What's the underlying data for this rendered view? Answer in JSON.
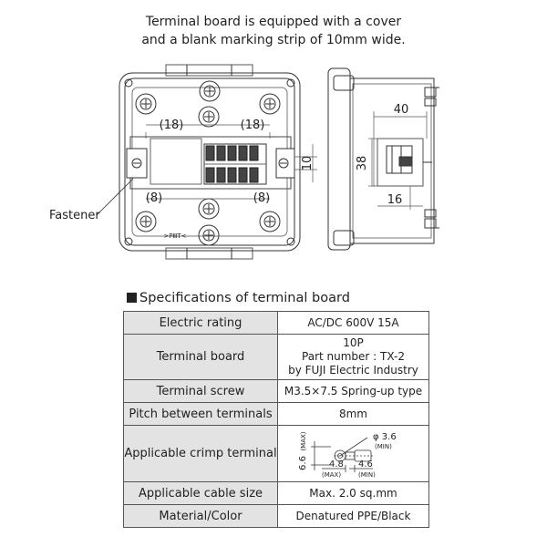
{
  "caption": {
    "line1": "Terminal board is equipped with a cover",
    "line2": "and a blank marking strip of 10mm wide."
  },
  "drawing": {
    "front": {
      "dim_top_left": "(18)",
      "dim_top_right": "(18)",
      "dim_bottom_left": "(8)",
      "dim_bottom_right": "(8)",
      "dim_strip": "10",
      "fastener_label": "Fastener",
      "logo_text": ">PⅢT<"
    },
    "side": {
      "dim_width": "40",
      "dim_height": "38",
      "dim_depth": "16"
    }
  },
  "spec": {
    "title": "Specifications of terminal board",
    "rows": [
      {
        "label": "Electric rating",
        "value": [
          "AC/DC 600V 15A"
        ]
      },
      {
        "label": "Terminal board",
        "value": [
          "10P",
          "Part number : TX-2",
          "by FUJI Electric Industry"
        ]
      },
      {
        "label": "Terminal screw",
        "value": [
          "M3.5×7.5 Spring-up type"
        ]
      },
      {
        "label": "Pitch between terminals",
        "value": [
          "8mm"
        ]
      },
      {
        "label": "Applicable crimp terminal",
        "value": []
      },
      {
        "label": "Applicable cable size",
        "value": [
          "Max. 2.0 sq.mm"
        ]
      },
      {
        "label": "Material/Color",
        "value": [
          "Denatured PPE/Black"
        ]
      }
    ],
    "crimp": {
      "phi": "φ 3.6",
      "phi_note": "(MIN)",
      "height": "6.6",
      "height_note": "(MAX)",
      "len_a": "4.8",
      "len_a_note": "(MAX)",
      "len_b": "4.6",
      "len_b_note": "(MIN)"
    }
  }
}
